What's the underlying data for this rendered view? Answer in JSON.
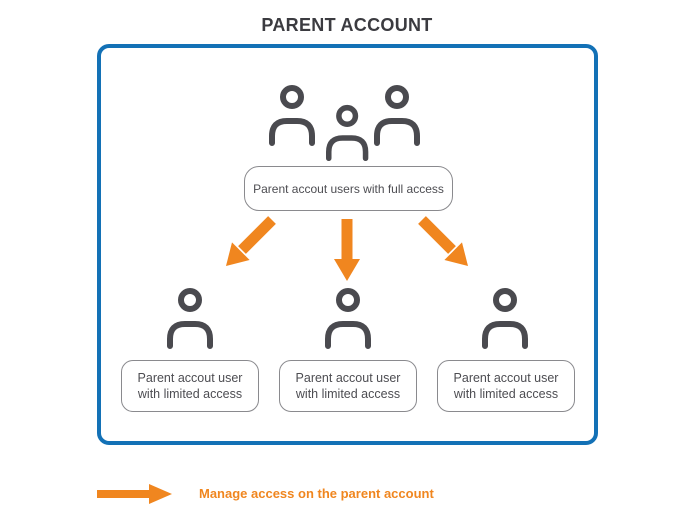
{
  "title": "PARENT ACCOUNT",
  "diagram": {
    "full_access": {
      "icon": "user-group-icon",
      "label": "Parent accout users with full access"
    },
    "limited_users": [
      {
        "icon": "user-icon",
        "label": "Parent accout user\nwith limited access"
      },
      {
        "icon": "user-icon",
        "label": "Parent accout user\nwith limited access"
      },
      {
        "icon": "user-icon",
        "label": "Parent accout user\nwith limited access"
      }
    ]
  },
  "legend": {
    "icon": "right-arrow-icon",
    "label": "Manage access on the parent account"
  },
  "colors": {
    "frame_blue": "#1371B6",
    "accent_orange": "#F0861F",
    "icon_gray": "#4A4A4F",
    "box_border_gray": "#8A8A8E",
    "box_text": "#4D4D52",
    "title_text": "#3B3B40"
  }
}
